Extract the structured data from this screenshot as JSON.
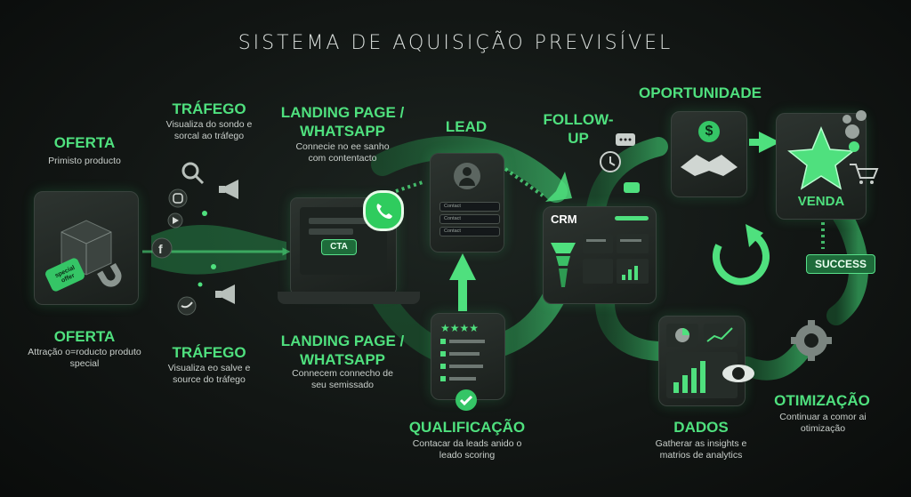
{
  "title": "SISTEMA DE AQUISIÇÃO PREVISÍVEL",
  "steps": {
    "oferta_top": {
      "heading": "OFERTA",
      "sub": "Primisto producto"
    },
    "oferta_bottom": {
      "heading": "OFERTA",
      "sub": "Attração o=roducto produto special"
    },
    "trafego_top": {
      "heading": "TRÁFEGO",
      "sub": "Visualiza do sondo e sorcal ao tráfego"
    },
    "trafego_bottom": {
      "heading": "TRÁFEGO",
      "sub": "Visualiza eo salve e source do tráfego"
    },
    "landing_top": {
      "heading": "LANDING PAGE / WHATSAPP",
      "sub": "Connecie no ee sanho com contentacto"
    },
    "landing_bottom": {
      "heading": "LANDING PAGE / WHATSAPP",
      "sub": "Connecem connecho de seu semissado"
    },
    "lead": {
      "heading": "LEAD"
    },
    "followup": {
      "heading": "FOLLOW-UP"
    },
    "oportunidade": {
      "heading": "OPORTUNIDADE"
    },
    "venda": {
      "heading": "VENDA"
    },
    "qualificacao": {
      "heading": "QUALIFICAÇÃO",
      "sub": "Contacar da leads anido o leado scoring"
    },
    "dados": {
      "heading": "DADOS",
      "sub": "Gatherar as insights e matrios de analytics"
    },
    "otimizacao": {
      "heading": "OTIMIZAÇÃO",
      "sub": "Continuar a comor ai otimização"
    }
  },
  "box_tag": "special offer",
  "cta_label": "CTA",
  "lead_form": [
    "Contact",
    "Contact",
    "Contact"
  ],
  "crm_label": "CRM",
  "success_label": "SUCCESS",
  "accent": "#4fe07e",
  "icons": [
    "box-icon",
    "magnet-icon",
    "search-icon",
    "instagram-icon",
    "facebook-icon",
    "youtube-icon",
    "twitter-icon",
    "megaphone-icon",
    "laptop-icon",
    "whatsapp-icon",
    "user-icon",
    "clock-icon",
    "chat-icon",
    "handshake-icon",
    "dollar-icon",
    "star-icon",
    "cart-icon",
    "coins-icon",
    "refresh-icon",
    "gear-icon",
    "eye-icon",
    "checklist-icon",
    "check-icon",
    "bar-chart-icon",
    "pie-chart-icon"
  ]
}
